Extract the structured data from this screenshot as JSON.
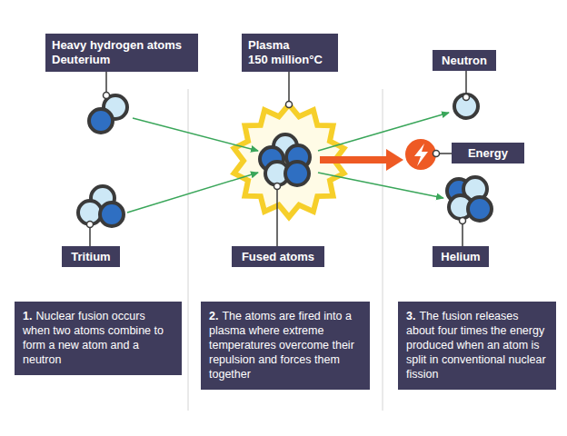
{
  "diagram": {
    "nodes": [
      {
        "text": [
          "Heavy hydrogen atoms",
          "Deuterium"
        ]
      },
      {
        "text": [
          "Plasma",
          "150 million°C"
        ]
      },
      {
        "text": [
          "Neutron"
        ]
      },
      {
        "text": [
          "Energy"
        ]
      },
      {
        "text": [
          "Tritium"
        ]
      },
      {
        "text": [
          "Fused atoms"
        ]
      },
      {
        "text": [
          "Helium"
        ]
      },
      {
        "text": [
          "1.",
          "Nuclear fusion occurs when two atoms combine to form a new atom and a neutron"
        ]
      },
      {
        "text": [
          "2.",
          "The atoms are fired into a plasma where extreme temperatures overcome their repulsion and forces them together"
        ]
      },
      {
        "text": [
          "3.",
          "The fusion releases about four times the energy produced when an atom is split in conventional nuclear fission"
        ]
      }
    ]
  }
}
